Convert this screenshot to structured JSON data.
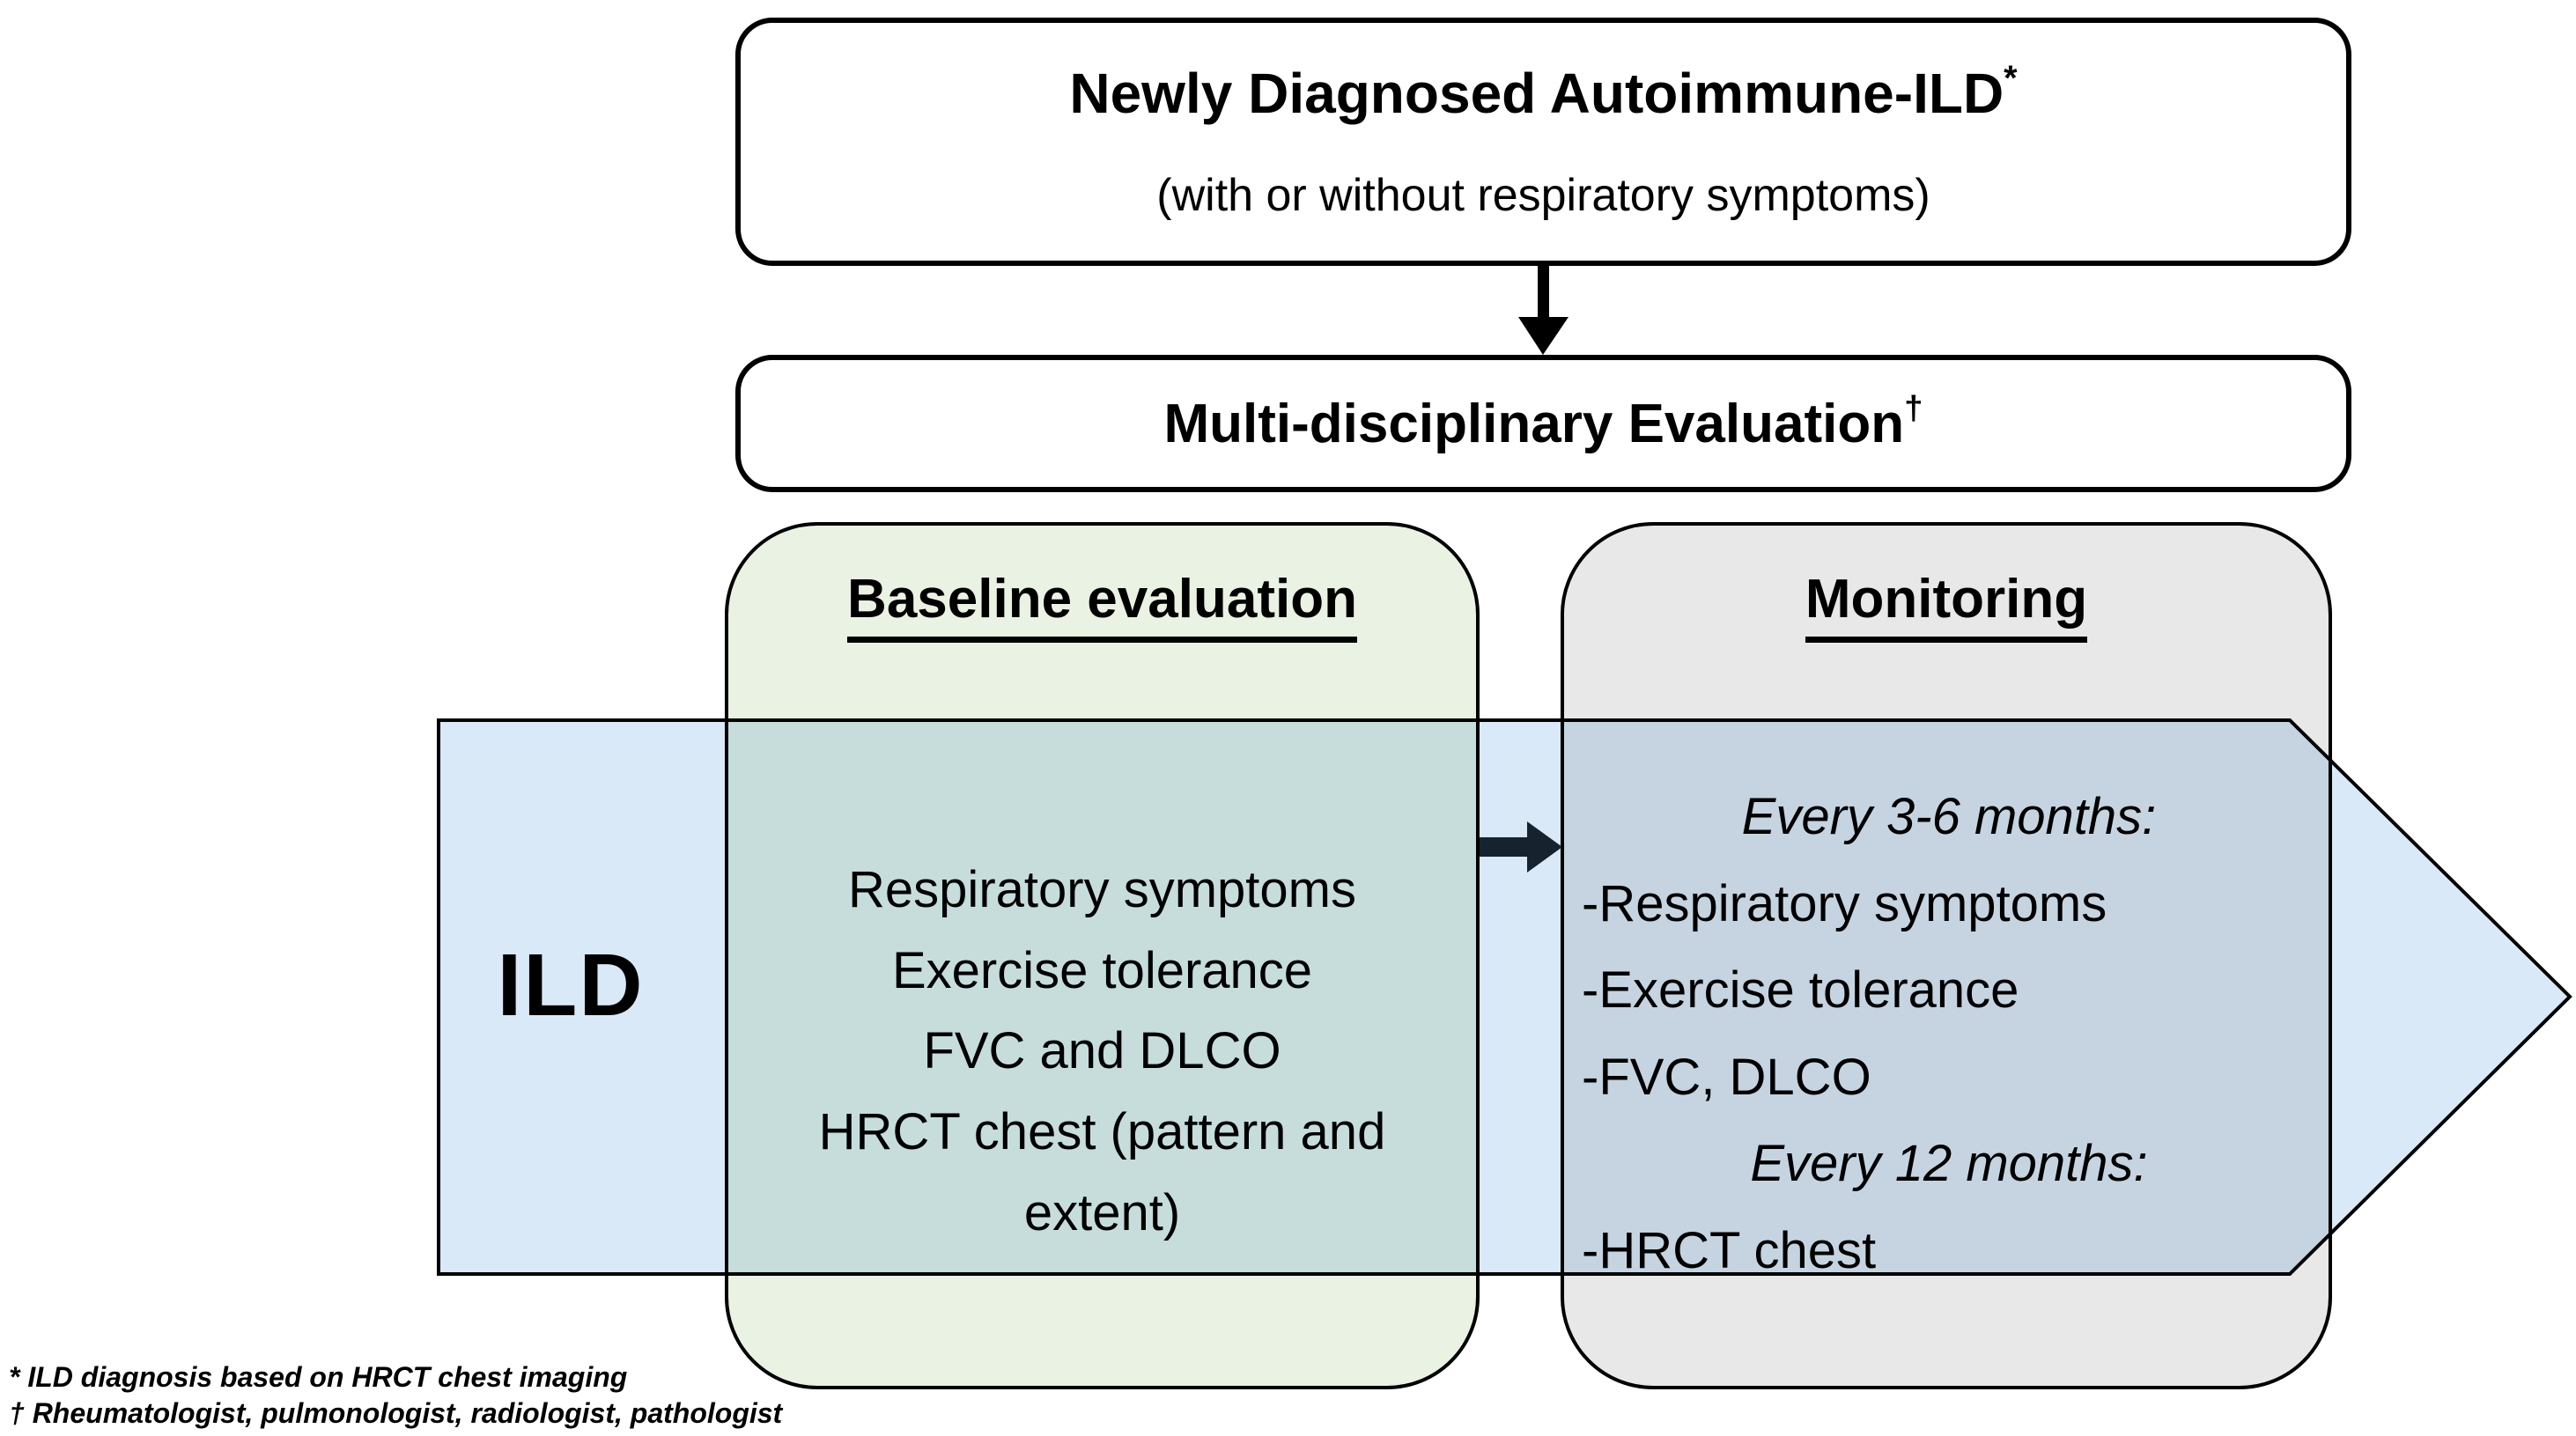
{
  "top_box": {
    "title": "Newly Diagnosed Autoimmune-ILD",
    "title_superscript": "*",
    "subtitle": "(with or without respiratory symptoms)"
  },
  "evaluation_box": {
    "label": "Multi-disciplinary Evaluation",
    "superscript": "†"
  },
  "baseline_box": {
    "heading": "Baseline evaluation",
    "items": [
      "Respiratory symptoms",
      "Exercise tolerance",
      "FVC and DLCO",
      "HRCT chest (pattern and extent)"
    ]
  },
  "monitoring_box": {
    "heading": "Monitoring",
    "lines": [
      {
        "text": "Every 3-6 months:",
        "style": "schedule"
      },
      {
        "text": "-Respiratory symptoms",
        "style": "item"
      },
      {
        "text": "-Exercise tolerance",
        "style": "item"
      },
      {
        "text": "-FVC, DLCO",
        "style": "item"
      },
      {
        "text": "Every 12 months:",
        "style": "schedule"
      },
      {
        "text": "-HRCT chest",
        "style": "item"
      }
    ]
  },
  "banner": {
    "label": "ILD"
  },
  "footnotes": [
    "* ILD diagnosis based on HRCT chest imaging",
    "† Rheumatologist, pulmonologist, radiologist, pathologist"
  ],
  "colors": {
    "banner_fill": "#d9e9f7",
    "baseline_fill": "#e9f2e3",
    "monitoring_fill": "#e9e8e9",
    "flow_arrow_color": "#16222e",
    "border_color": "#000000"
  }
}
